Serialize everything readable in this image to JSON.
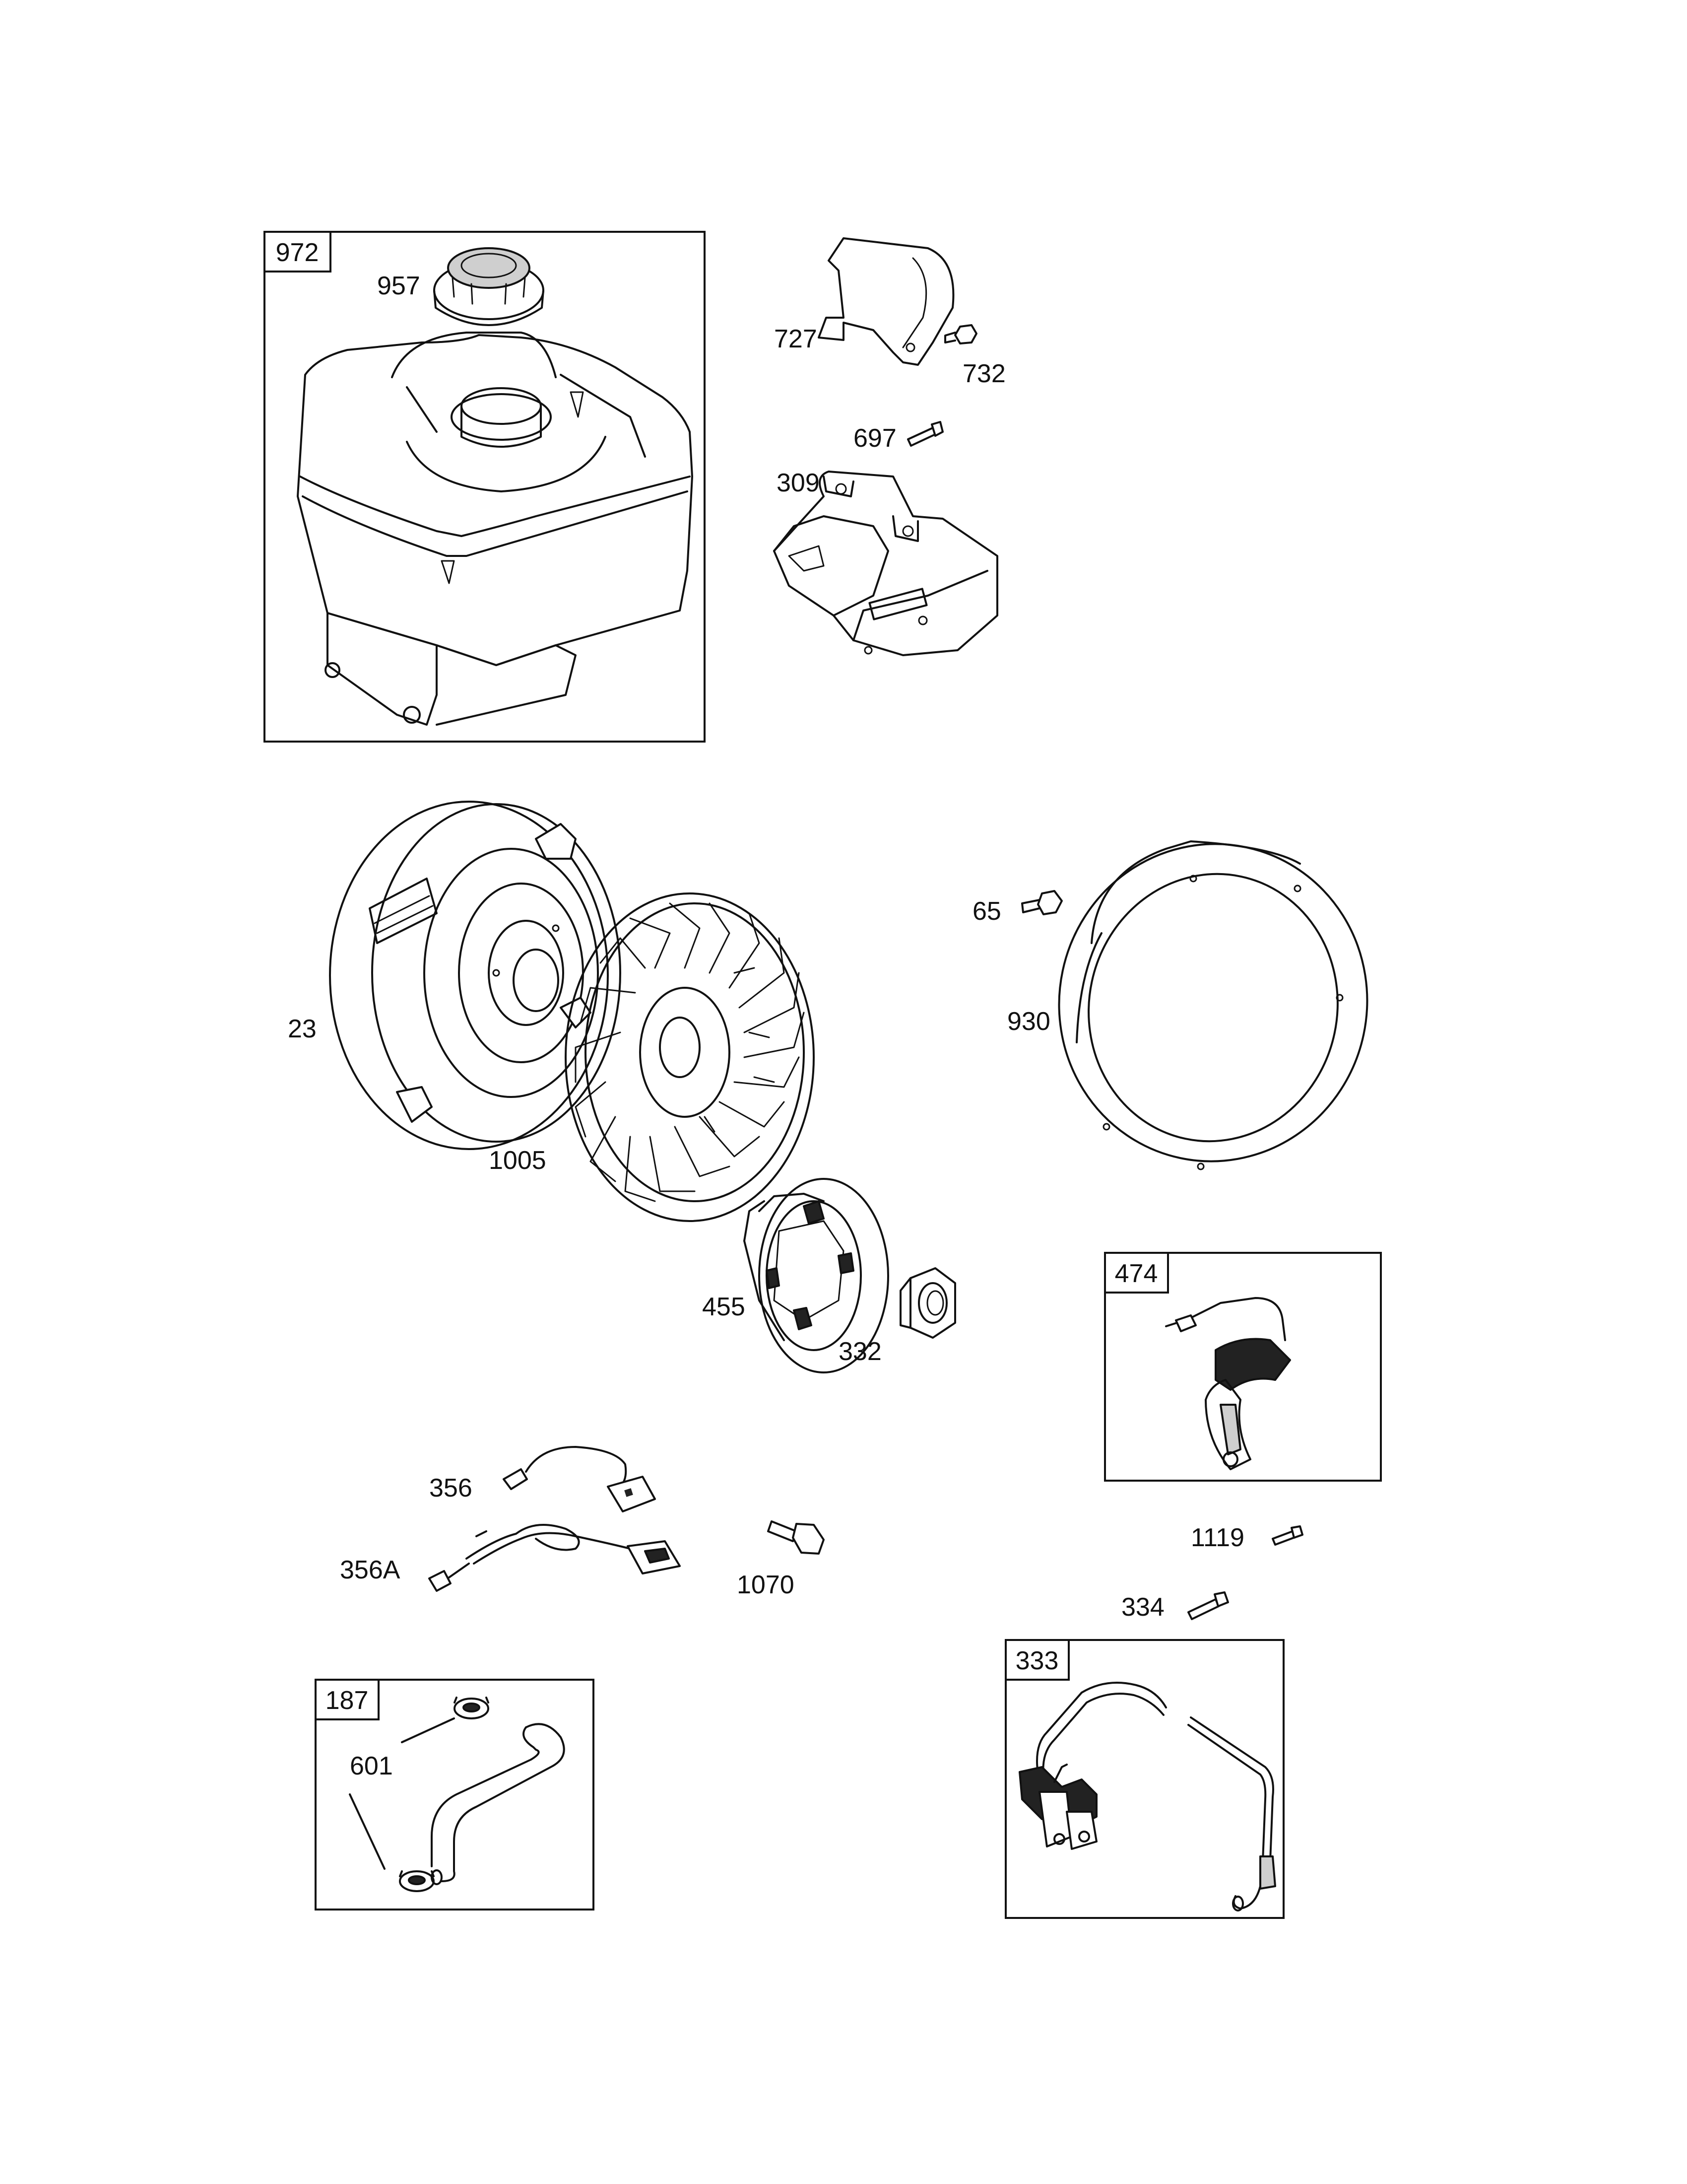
{
  "boxes": {
    "b972": "972",
    "b474": "474",
    "b187": "187",
    "b333": "333"
  },
  "labels": {
    "p957": "957",
    "p727": "727",
    "p732": "732",
    "p697": "697",
    "p309": "309",
    "p65": "65",
    "p930": "930",
    "p23": "23",
    "p1005": "1005",
    "p455": "455",
    "p332": "332",
    "p356": "356",
    "p356a": "356A",
    "p1070": "1070",
    "p1119": "1119",
    "p334": "334",
    "p601": "601"
  }
}
